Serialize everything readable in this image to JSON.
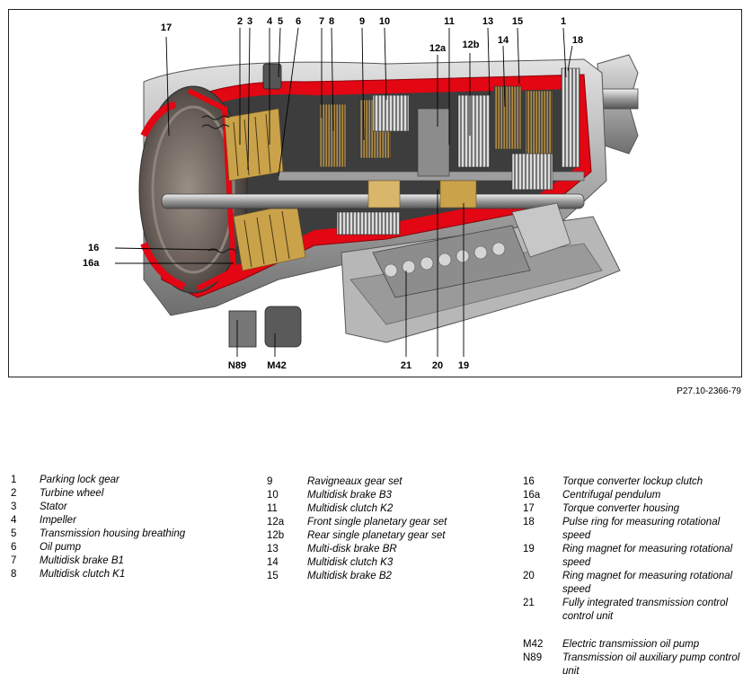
{
  "figure": {
    "reference": "P27.10-2366-79",
    "callouts": [
      "17",
      "2",
      "3",
      "4",
      "5",
      "6",
      "7",
      "8",
      "9",
      "10",
      "11",
      "12a",
      "12b",
      "13",
      "14",
      "15",
      "1",
      "18",
      "16",
      "16a",
      "N89",
      "M42",
      "21",
      "20",
      "19"
    ]
  },
  "legend": {
    "column1": [
      {
        "num": "1",
        "label": "Parking lock gear"
      },
      {
        "num": "2",
        "label": "Turbine wheel"
      },
      {
        "num": "3",
        "label": "Stator"
      },
      {
        "num": "4",
        "label": "Impeller"
      },
      {
        "num": "5",
        "label": "Transmission housing breathing"
      },
      {
        "num": "6",
        "label": "Oil pump"
      },
      {
        "num": "7",
        "label": "Multidisk brake B1"
      },
      {
        "num": "8",
        "label": "Multidisk clutch K1"
      }
    ],
    "column2": [
      {
        "num": "9",
        "label": "Ravigneaux gear set"
      },
      {
        "num": "10",
        "label": "Multidisk brake B3"
      },
      {
        "num": "11",
        "label": "Multidisk clutch K2"
      },
      {
        "num": "12a",
        "label": "Front single planetary gear set"
      },
      {
        "num": "12b",
        "label": "Rear single planetary gear set"
      },
      {
        "num": "13",
        "label": "Multi-disk brake BR"
      },
      {
        "num": "14",
        "label": "Multidisk clutch K3"
      },
      {
        "num": "15",
        "label": "Multidisk brake B2"
      }
    ],
    "column3": [
      {
        "num": "16",
        "label": "Torque converter lockup clutch"
      },
      {
        "num": "16a",
        "label": "Centrifugal pendulum"
      },
      {
        "num": "17",
        "label": "Torque converter housing"
      },
      {
        "num": "18",
        "label": "Pulse ring for measuring rotational speed"
      },
      {
        "num": "19",
        "label": "Ring magnet for measuring rotational speed"
      },
      {
        "num": "20",
        "label": "Ring magnet for measuring rotational speed"
      },
      {
        "num": "21",
        "label": "Fully integrated transmission control control unit"
      }
    ],
    "column3_extra": [
      {
        "num": "M42",
        "label": "Electric transmission oil pump"
      },
      {
        "num": "N89",
        "label": "Transmission oil auxiliary pump control unit"
      }
    ]
  },
  "colors": {
    "section_red": "#e30613",
    "metal_light": "#c9c9c9",
    "metal_dark": "#5a5a5a",
    "gold": "#c9a24a"
  }
}
